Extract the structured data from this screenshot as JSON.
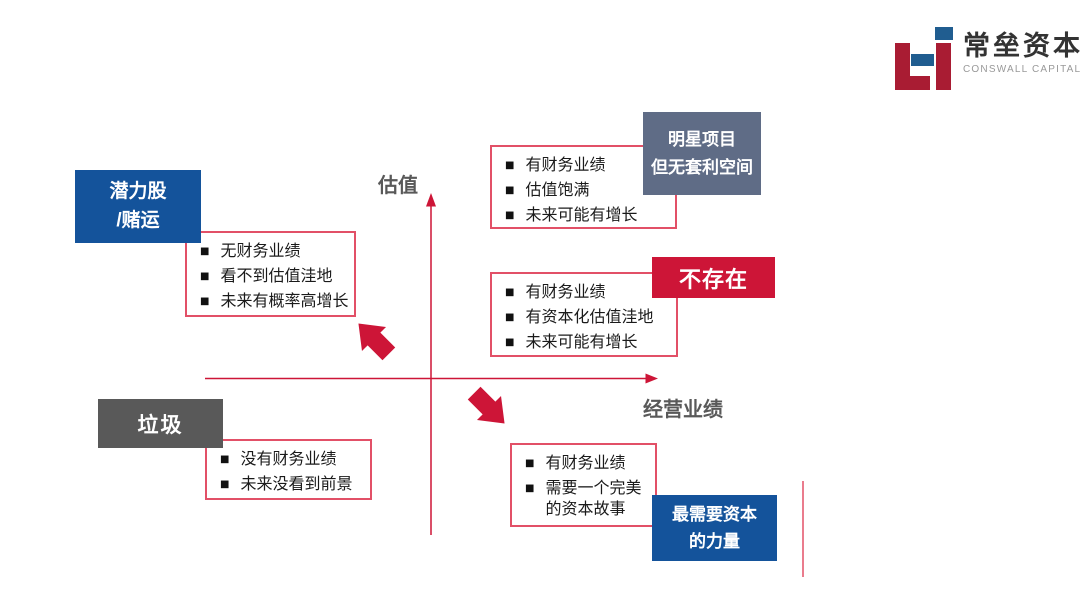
{
  "brand": {
    "name_cn": "常垒资本",
    "name_en": "CONSWALL CAPITAL"
  },
  "axes": {
    "y_label": "估值",
    "x_label": "经营业绩"
  },
  "bullet_char": "■",
  "quadrant_labels": {
    "top_left": {
      "lines": [
        "潜力股",
        "/赌运"
      ],
      "color": "#14539b"
    },
    "top_right": {
      "lines": [
        "明星项目",
        "但无套利空间"
      ],
      "color": "#5f6c86"
    },
    "middle_right": {
      "lines": [
        "不存在"
      ],
      "color": "#cd1537"
    },
    "bottom_left": {
      "lines": [
        "垃圾"
      ],
      "color": "#595959"
    },
    "bottom_right": {
      "lines": [
        "最需要资本",
        "的力量"
      ],
      "color": "#14539b"
    }
  },
  "bullet_boxes": {
    "top_left": {
      "items": [
        "无财务业绩",
        "看不到估值洼地",
        "未来有概率高增长"
      ]
    },
    "top_right": {
      "items": [
        "有财务业绩",
        "估值饱满",
        "未来可能有增长"
      ]
    },
    "middle_right": {
      "items": [
        "有财务业绩",
        "有资本化估值洼地",
        "未来可能有增长"
      ]
    },
    "bottom_left": {
      "items": [
        "没有财务业绩",
        "未来没看到前景"
      ]
    },
    "bottom_right": {
      "items": [
        "有财务业绩",
        "需要一个完美的资本故事"
      ]
    }
  },
  "arrows": [
    {
      "direction": "up-left"
    },
    {
      "direction": "down-right"
    }
  ],
  "colors": {
    "crimson": "#cd1537",
    "callout_border": "#e25067",
    "blue": "#14539b",
    "slate": "#5f6c86",
    "gray": "#595959",
    "logo_red": "#a91c33",
    "logo_blue": "#205d90"
  }
}
